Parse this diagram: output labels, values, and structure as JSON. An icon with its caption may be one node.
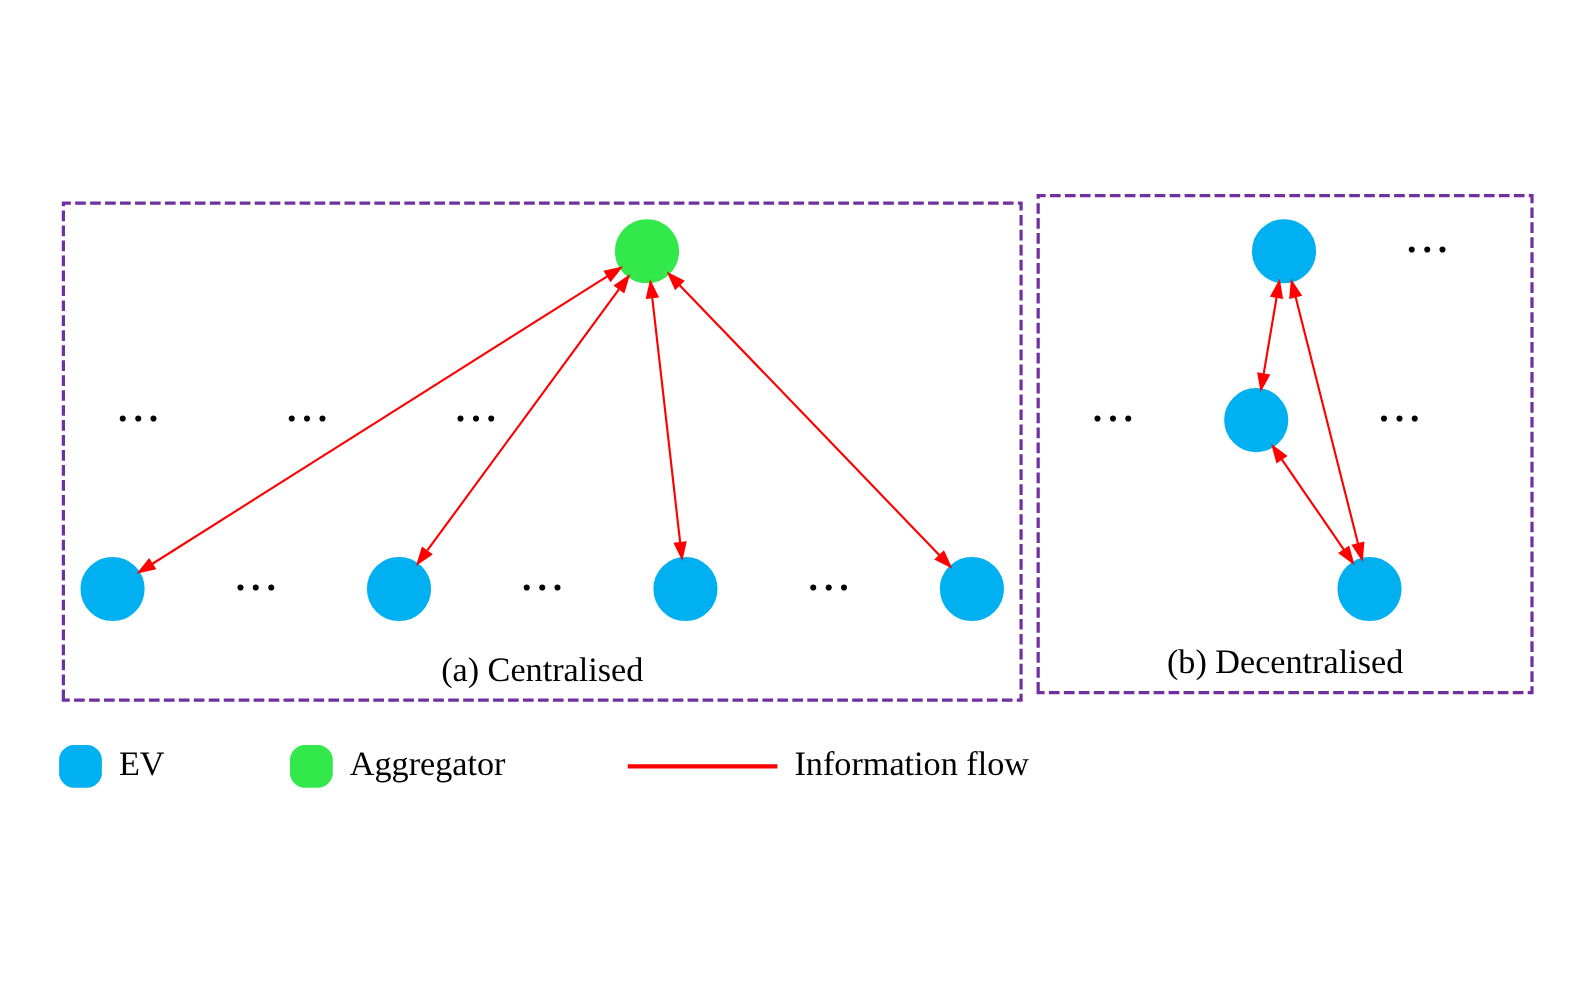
{
  "diagram": {
    "nodes": [
      {
        "text": [
          "(a) Centralised"
        ]
      },
      {
        "text": [],
        "shape": "circle",
        "in": 0
      },
      {
        "text": [],
        "shape": "circle",
        "in": 0
      },
      {
        "text": [],
        "shape": "circle",
        "in": 0
      },
      {
        "text": [],
        "shape": "circle",
        "in": 0
      },
      {
        "text": [],
        "shape": "circle",
        "in": 0
      },
      {
        "text": [
          "(b) Decentralised"
        ]
      },
      {
        "text": [],
        "shape": "circle",
        "in": 6
      },
      {
        "text": [],
        "shape": "circle",
        "in": 6
      },
      {
        "text": [],
        "shape": "circle",
        "in": 6
      }
    ],
    "edges": [
      {
        "from": 1,
        "to": 2,
        "arrow": "both",
        "color": "#ff0000"
      },
      {
        "from": 1,
        "to": 3,
        "arrow": "both",
        "color": "#ff0000"
      },
      {
        "from": 1,
        "to": 4,
        "arrow": "both",
        "color": "#ff0000"
      },
      {
        "from": 1,
        "to": 5,
        "arrow": "both",
        "color": "#ff0000"
      },
      {
        "from": 7,
        "to": 8,
        "arrow": "both",
        "color": "#ff0000"
      },
      {
        "from": 8,
        "to": 9,
        "arrow": "both",
        "color": "#ff0000"
      },
      {
        "from": 9,
        "to": 7,
        "arrow": "both",
        "color": "#ff0000"
      }
    ],
    "labels": [
      "• • •",
      "• • •",
      "• • •",
      "• • •",
      "• • •",
      "• • •",
      "• • •",
      "• • •",
      "• • •"
    ],
    "legend": [
      {
        "text": "EV",
        "color": "#00b0f0"
      },
      {
        "text": "Aggregator",
        "color": "#33e84a"
      },
      {
        "text": "Information flow"
      }
    ]
  }
}
